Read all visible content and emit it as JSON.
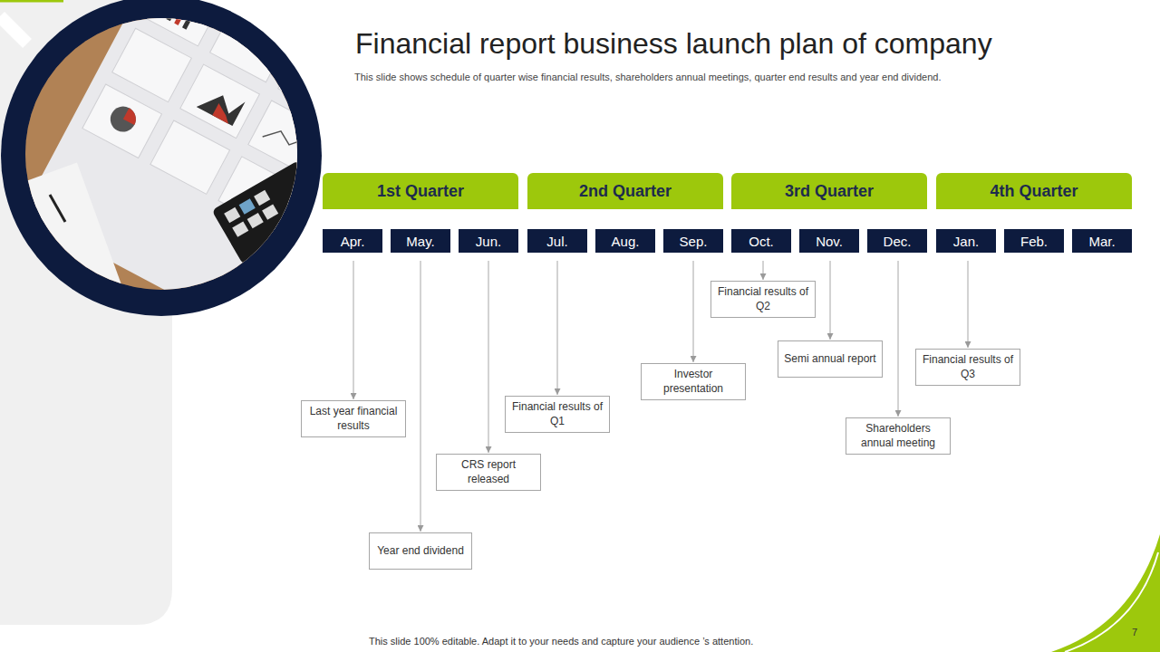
{
  "diagram": {
    "title": "Financial report business launch plan of company",
    "caption": "This slide shows schedule of quarter wise financial results, shareholders annual meetings, quarter end results and year end dividend.",
    "nodes": [
      {
        "text": [
          "1st Quarter"
        ]
      },
      {
        "text": [
          "2nd Quarter"
        ]
      },
      {
        "text": [
          "3rd Quarter"
        ]
      },
      {
        "text": [
          "4th Quarter"
        ]
      },
      {
        "text": [
          "Apr."
        ]
      },
      {
        "text": [
          "May."
        ]
      },
      {
        "text": [
          "Jun."
        ]
      },
      {
        "text": [
          "Jul."
        ]
      },
      {
        "text": [
          "Aug."
        ]
      },
      {
        "text": [
          "Sep."
        ]
      },
      {
        "text": [
          "Oct."
        ]
      },
      {
        "text": [
          "Nov."
        ]
      },
      {
        "text": [
          "Dec."
        ]
      },
      {
        "text": [
          "Jan."
        ]
      },
      {
        "text": [
          "Feb."
        ]
      },
      {
        "text": [
          "Mar."
        ]
      },
      {
        "text": [
          "Last year financial results"
        ]
      },
      {
        "text": [
          "Year end dividend"
        ]
      },
      {
        "text": [
          "CRS report released"
        ]
      },
      {
        "text": [
          "Financial results of Q1"
        ]
      },
      {
        "text": [
          "Investor presentation"
        ]
      },
      {
        "text": [
          "Financial results of Q2"
        ]
      },
      {
        "text": [
          "Semi annual report"
        ]
      },
      {
        "text": [
          "Shareholders annual meeting"
        ]
      },
      {
        "text": [
          "Financial results of Q3"
        ]
      }
    ],
    "edges": [
      {
        "from": 4,
        "to": 16,
        "arrow": "to"
      },
      {
        "from": 5,
        "to": 17,
        "arrow": "to"
      },
      {
        "from": 6,
        "to": 18,
        "arrow": "to"
      },
      {
        "from": 7,
        "to": 19,
        "arrow": "to"
      },
      {
        "from": 9,
        "to": 20,
        "arrow": "to"
      },
      {
        "from": 10,
        "to": 21,
        "arrow": "to"
      },
      {
        "from": 11,
        "to": 22,
        "arrow": "to"
      },
      {
        "from": 12,
        "to": 23,
        "arrow": "to"
      },
      {
        "from": 13,
        "to": 24,
        "arrow": "to"
      }
    ],
    "labels": [
      "This slide 100% editable. Adapt it to your needs and capture your audience ’s attention.",
      "7"
    ]
  }
}
